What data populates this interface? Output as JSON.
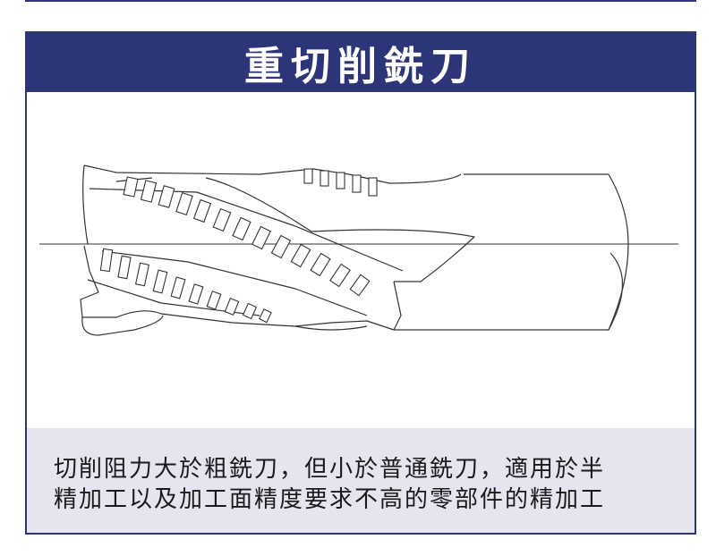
{
  "title": "重切削銑刀",
  "caption": {
    "line1": "切削阻力大於粗銑刀，但小於普通銑刀，適用於半",
    "line2": "精加工以及加工面精度要求不高的零部件的精加工"
  },
  "colors": {
    "brand": "#2c3577",
    "caption_bg": "#e4e5ef",
    "line": "#333333"
  }
}
